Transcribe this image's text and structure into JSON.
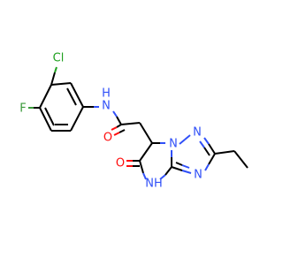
{
  "colors": {
    "carbon": "#000000",
    "nitrogen": "#3050f8",
    "oxygen": "#ff0d0d",
    "chlorine": "#1fa01f",
    "fluorine": "#3a9a3a",
    "background": "#ffffff"
  },
  "atoms": {
    "cl": "Cl",
    "f": "F",
    "nh_amide": "N",
    "h_amide": "H",
    "o_amide": "O",
    "o_ring": "O",
    "nh_ring": "NH",
    "n1": "N",
    "n2": "N",
    "n3": "N"
  }
}
